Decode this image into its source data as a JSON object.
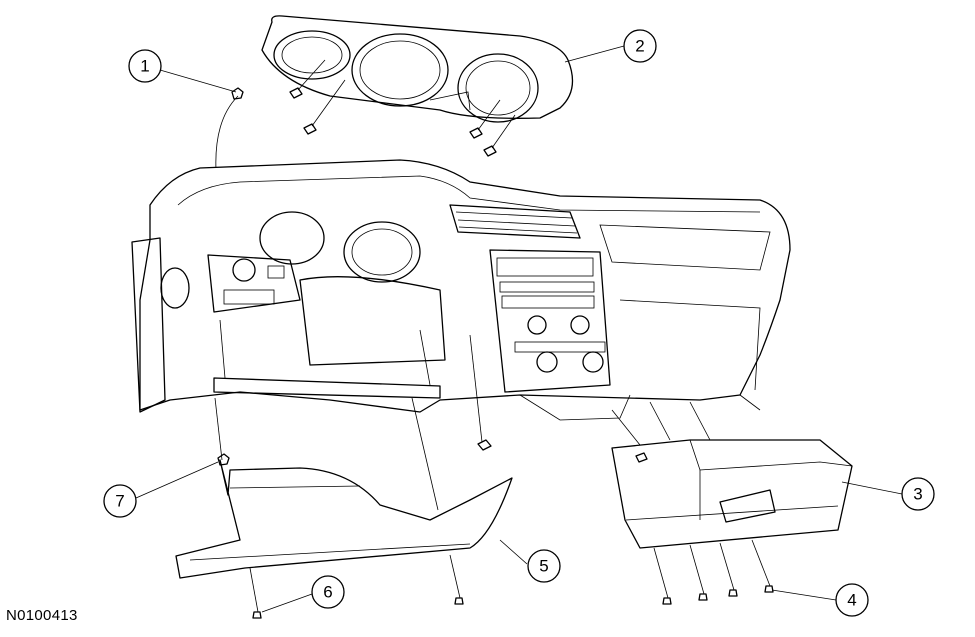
{
  "figure_id": "N0100413",
  "callouts": [
    {
      "id": "1",
      "label": "1"
    },
    {
      "id": "2",
      "label": "2"
    },
    {
      "id": "3",
      "label": "3"
    },
    {
      "id": "4",
      "label": "4"
    },
    {
      "id": "5",
      "label": "5"
    },
    {
      "id": "6",
      "label": "6"
    },
    {
      "id": "7",
      "label": "7"
    }
  ]
}
